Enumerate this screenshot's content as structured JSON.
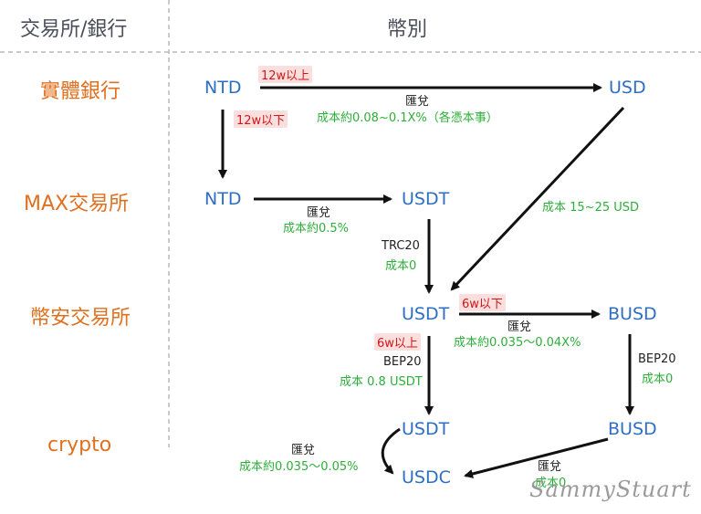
{
  "header": {
    "left_title": "交易所/銀行",
    "right_title": "幣別"
  },
  "categories": [
    "實體銀行",
    "MAX交易所",
    "幣安交易所",
    "crypto"
  ],
  "nodes": {
    "ntd_bank": "NTD",
    "usd_bank": "USD",
    "ntd_max": "NTD",
    "usdt_max": "USDT",
    "usdt_binance": "USDT",
    "busd_binance": "BUSD",
    "usdt_crypto": "USDT",
    "busd_crypto": "BUSD",
    "usdc_crypto": "USDC"
  },
  "labels": {
    "ntd_usd_limit": "12w以上",
    "ntd_usd_action": "匯兌",
    "ntd_usd_cost": "成本約0.08~0.1X%（各憑本事）",
    "ntd_ntd_limit": "12w以下",
    "ntd_usdt_action": "匯兌",
    "ntd_usdt_cost": "成本約0.5%",
    "usd_usdt_cost": "成本 15~25 USD",
    "max_trc_network": "TRC20",
    "max_trc_cost": "成本0",
    "usdt_busd_limit": "6w以下",
    "usdt_busd_action": "匯兌",
    "usdt_busd_cost": "成本約0.035～0.04X%",
    "usdt_bep_limit": "6w以上",
    "usdt_bep_network": "BEP20",
    "usdt_bep_cost": "成本 0.8 USDT",
    "busd_bep_network": "BEP20",
    "busd_bep_cost": "成本0",
    "usdt_usdc_action": "匯兌",
    "usdt_usdc_cost": "成本約0.035～0.05%",
    "busd_usdc_action": "匯兌",
    "busd_usdc_cost": "成本0"
  },
  "watermark": "SammyStuart",
  "colors": {
    "category": "#e0701f",
    "node": "#2e6fc1",
    "cost": "#2eae3a",
    "limit": "#d01818",
    "limit_bg": "#fbdede",
    "divider": "#b9b9b9"
  }
}
